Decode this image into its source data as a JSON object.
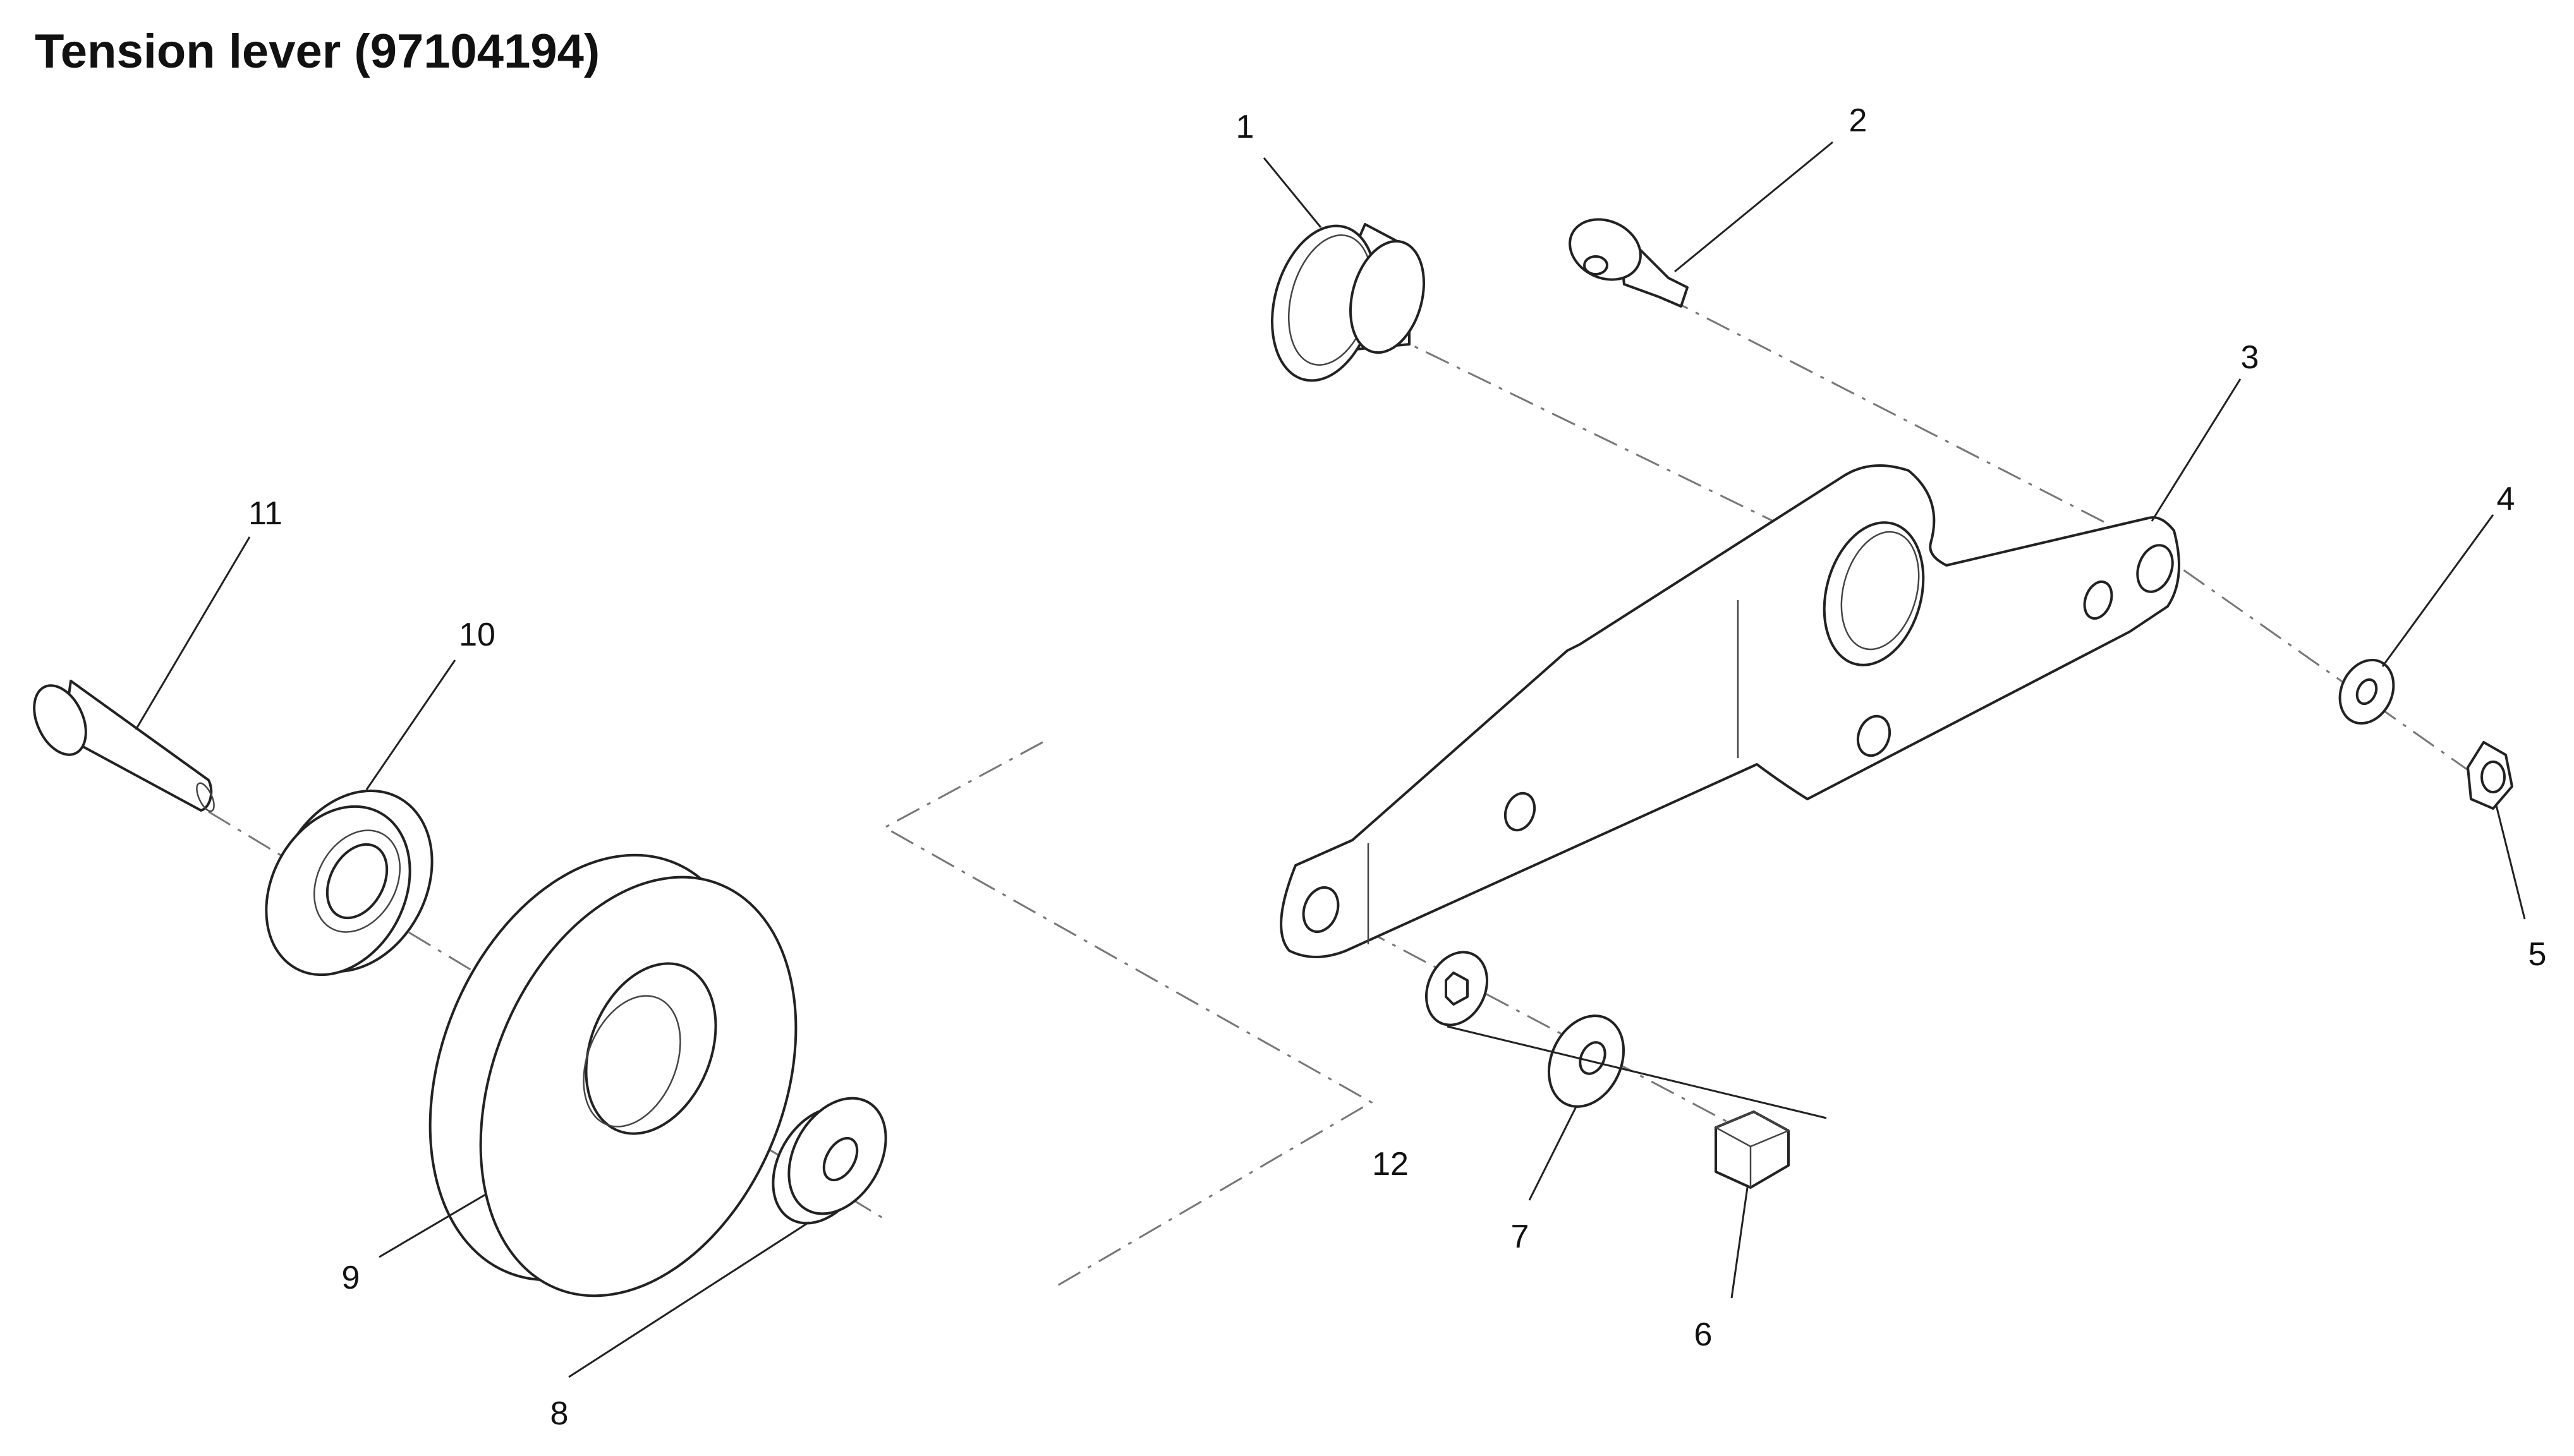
{
  "title": "Tension lever (97104194)",
  "callouts": {
    "1": "1",
    "2": "2",
    "3": "3",
    "4": "4",
    "5": "5",
    "6": "6",
    "7": "7",
    "8": "8",
    "9": "9",
    "10": "10",
    "11": "11",
    "12": "12"
  }
}
